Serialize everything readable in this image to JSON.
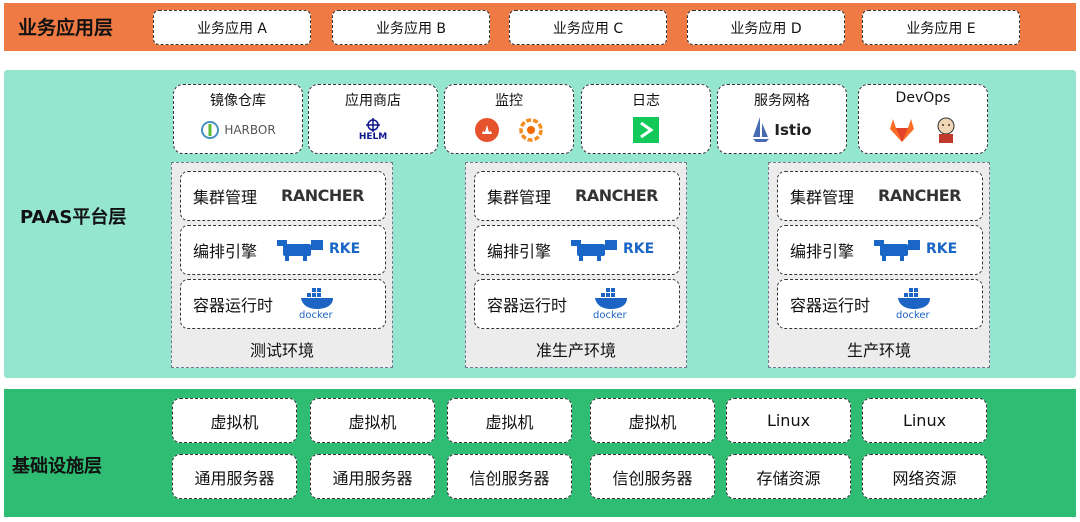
{
  "business_layer": {
    "label": "业务应用层",
    "apps": [
      "业务应用 A",
      "业务应用 B",
      "业务应用 C",
      "业务应用 D",
      "业务应用 E"
    ]
  },
  "paas_layer": {
    "label": "PAAS平台层",
    "tools": [
      {
        "title": "镜像仓库",
        "logos": [
          "HARBOR"
        ]
      },
      {
        "title": "应用商店",
        "logos": [
          "HELM"
        ]
      },
      {
        "title": "监控",
        "logos": [
          "prometheus-icon",
          "grafana-icon"
        ]
      },
      {
        "title": "日志",
        "logos": [
          "log-terminal-icon"
        ]
      },
      {
        "title": "服务网格",
        "logos": [
          "Istio"
        ]
      },
      {
        "title": "DevOps",
        "logos": [
          "gitlab-icon",
          "jenkins-icon"
        ]
      }
    ],
    "environments": [
      {
        "label": "测试环境"
      },
      {
        "label": "准生产环境"
      },
      {
        "label": "生产环境"
      }
    ],
    "env_rows": {
      "cluster": {
        "label": "集群管理",
        "logo": "RANCHER"
      },
      "orchestration": {
        "label": "编排引擎",
        "logo": "RKE"
      },
      "runtime": {
        "label": "容器运行时",
        "logo": "docker"
      }
    }
  },
  "infra_layer": {
    "label": "基础设施层",
    "row1": [
      "虚拟机",
      "虚拟机",
      "虚拟机",
      "虚拟机",
      "Linux",
      "Linux"
    ],
    "row2": [
      "通用服务器",
      "通用服务器",
      "信创服务器",
      "信创服务器",
      "存储资源",
      "网络资源"
    ]
  },
  "colors": {
    "business": "#f07a43",
    "paas": "#95e6cf",
    "infra": "#2ebd72",
    "environment": "#ececec"
  }
}
